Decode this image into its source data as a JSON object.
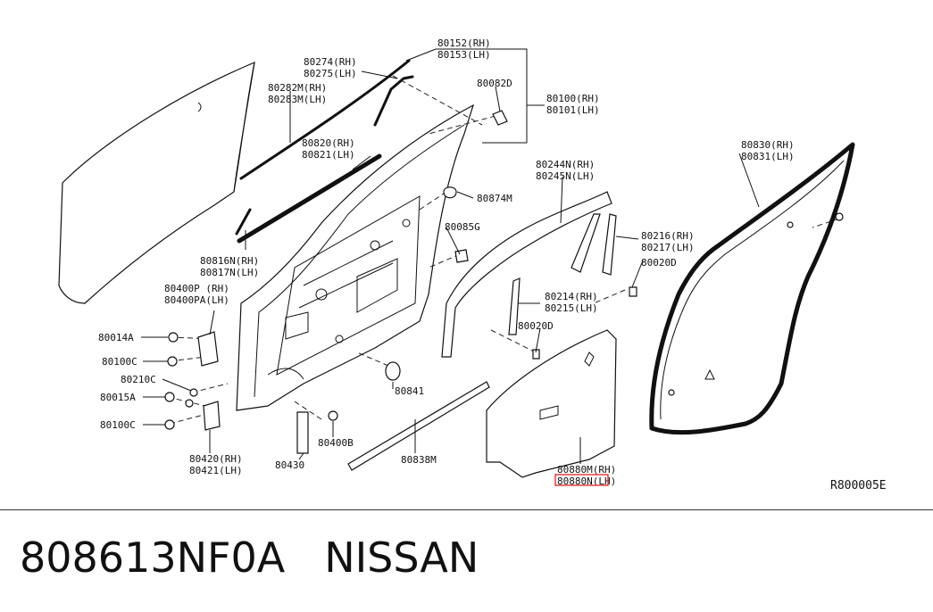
{
  "callouts": [
    {
      "id": "c1",
      "lines": [
        "80152(RH)",
        "80153(LH)"
      ]
    },
    {
      "id": "c2",
      "lines": [
        "80274(RH)",
        "80275(LH)"
      ]
    },
    {
      "id": "c3",
      "lines": [
        "80282M(RH)",
        "80283M(LH)"
      ]
    },
    {
      "id": "c4",
      "lines": [
        "80082D"
      ]
    },
    {
      "id": "c5",
      "lines": [
        "80100(RH)",
        "80101(LH)"
      ]
    },
    {
      "id": "c6",
      "lines": [
        "80820(RH)",
        "80821(LH)"
      ]
    },
    {
      "id": "c7",
      "lines": [
        "80244N(RH)",
        "80245N(LH)"
      ]
    },
    {
      "id": "c8",
      "lines": [
        "80830(RH)",
        "80831(LH)"
      ]
    },
    {
      "id": "c9",
      "lines": [
        "80874M"
      ]
    },
    {
      "id": "c10",
      "lines": [
        "80085G"
      ]
    },
    {
      "id": "c11",
      "lines": [
        "80216(RH)",
        "80217(LH)"
      ]
    },
    {
      "id": "c12",
      "lines": [
        "80020D"
      ]
    },
    {
      "id": "c13",
      "lines": [
        "80816N(RH)",
        "80817N(LH)"
      ]
    },
    {
      "id": "c14",
      "lines": [
        "80400P (RH)",
        "80400PA(LH)"
      ]
    },
    {
      "id": "c15",
      "lines": [
        "80214(RH)",
        "80215(LH)"
      ]
    },
    {
      "id": "c16",
      "lines": [
        "80020D"
      ]
    },
    {
      "id": "c17",
      "lines": [
        "80014A"
      ]
    },
    {
      "id": "c18",
      "lines": [
        "80100C"
      ]
    },
    {
      "id": "c19",
      "lines": [
        "80210C"
      ]
    },
    {
      "id": "c20",
      "lines": [
        "80015A"
      ]
    },
    {
      "id": "c21",
      "lines": [
        "80100C"
      ]
    },
    {
      "id": "c22",
      "lines": [
        "80841"
      ]
    },
    {
      "id": "c23",
      "lines": [
        "80400B"
      ]
    },
    {
      "id": "c24",
      "lines": [
        "80430"
      ]
    },
    {
      "id": "c25",
      "lines": [
        "80838M"
      ]
    },
    {
      "id": "c26",
      "lines": [
        "80420(RH)",
        "80421(LH)"
      ]
    },
    {
      "id": "c27",
      "lines": [
        "80880M(RH)",
        "80880N(LH)"
      ]
    }
  ],
  "highlighted_part": "80880N",
  "diagram_code": "R800005E",
  "footer": {
    "part_number": "808613NF0A",
    "brand": "NISSAN"
  },
  "colors": {
    "highlight": "#e02020",
    "ink": "#111111",
    "background": "#ffffff"
  }
}
